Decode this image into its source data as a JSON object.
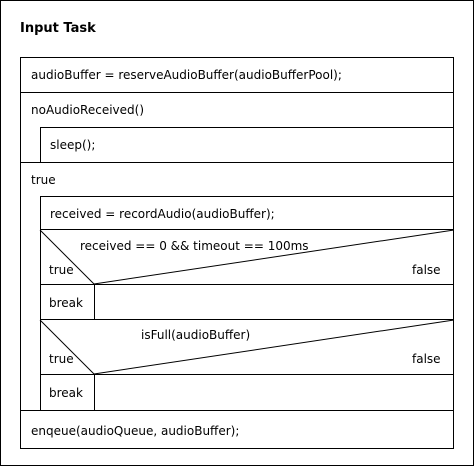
{
  "diagram": {
    "title": "Input Task",
    "statements": {
      "reserve": "audioBuffer = reserveAudioBuffer(audioBufferPool);",
      "loop_no_audio": "noAudioReceived()",
      "sleep": "sleep();",
      "loop_true": "true",
      "record": "received = recordAudio(audioBuffer);",
      "enqueue": "enqeue(audioQueue, audioBuffer);"
    },
    "decisions": [
      {
        "condition": "received == 0 && timeout == 100ms",
        "true_label": "true",
        "false_label": "false",
        "true_action": "break"
      },
      {
        "condition": "isFull(audioBuffer)",
        "true_label": "true",
        "false_label": "false",
        "true_action": "break"
      }
    ]
  }
}
